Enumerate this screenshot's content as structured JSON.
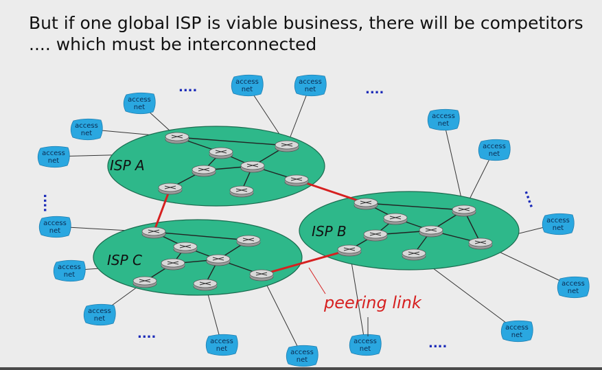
{
  "title": {
    "line1": "But if one global ISP is viable business, there will be competitors",
    "line2": ".... which must be interconnected"
  },
  "isps": [
    {
      "label": "ISP A"
    },
    {
      "label": "ISP B"
    },
    {
      "label": "ISP C"
    }
  ],
  "access_net": {
    "line1": "access",
    "line2": "net"
  },
  "ellipsis": "....",
  "peering_label": "peering link",
  "colors": {
    "isp_fill": "#2eb88a",
    "access_fill": "#2aa7e0",
    "peering_link": "#d62020",
    "ellipsis_dots": "#1a2ab8",
    "peering_text": "#d62020"
  }
}
